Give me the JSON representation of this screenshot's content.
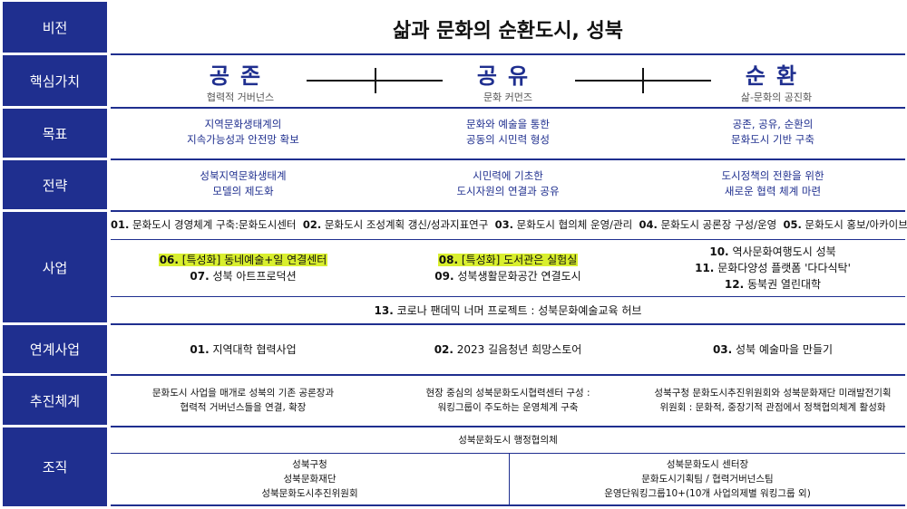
{
  "labels": {
    "vision": "비전",
    "core_values": "핵심가치",
    "goals": "목표",
    "strategy": "전략",
    "projects": "사업",
    "linked": "연계사업",
    "system": "추진체계",
    "organization": "조직"
  },
  "vision": "삶과 문화의 순환도시, 성북",
  "core_values": [
    {
      "title": "공존",
      "subtitle": "협력적 거버넌스"
    },
    {
      "title": "공유",
      "subtitle": "문화 커먼즈"
    },
    {
      "title": "순환",
      "subtitle": "삶-문화의 공진화"
    }
  ],
  "goals": [
    [
      "지역문화생태계의",
      "지속가능성과 안전망 확보"
    ],
    [
      "문화와 예술을 통한",
      "공동의 시민력 형성"
    ],
    [
      "공존, 공유, 순환의",
      "문화도시 기반 구축"
    ]
  ],
  "strategies": [
    [
      "성북지역문화생태계",
      "모델의 제도화"
    ],
    [
      "시민력에 기초한",
      "도시자원의 연결과 공유"
    ],
    [
      "도시정책의 전환을 위한",
      "새로운 협력 체계 마련"
    ]
  ],
  "projects": {
    "row1": [
      {
        "num": "01.",
        "text": "문화도시 경영체계 구축:문화도시센터"
      },
      {
        "num": "02.",
        "text": "문화도시 조성계획 갱신/성과지표연구"
      },
      {
        "num": "03.",
        "text": "문화도시 협의체 운영/관리"
      },
      {
        "num": "04.",
        "text": "문화도시 공론장 구성/운영"
      },
      {
        "num": "05.",
        "text": "문화도시 홍보/아카이브"
      }
    ],
    "col1": [
      {
        "num": "06.",
        "text": "[특성화] 동네예술+일 연결센터",
        "highlight": true
      },
      {
        "num": "07.",
        "text": "성북 아트프로덕션",
        "highlight": false
      }
    ],
    "col2": [
      {
        "num": "08.",
        "text": "[특성화] 도서관은 실험실",
        "highlight": true
      },
      {
        "num": "09.",
        "text": "성북생활문화공간 연결도시",
        "highlight": false
      }
    ],
    "col3": [
      {
        "num": "10.",
        "text": "역사문화여행도시 성북"
      },
      {
        "num": "11.",
        "text": "문화다양성 플랫폼 '다다식탁'"
      },
      {
        "num": "12.",
        "text": "동북권 열린대학"
      }
    ],
    "row3": {
      "num": "13.",
      "text": "코로나 팬데믹 너머 프로젝트 : 성북문화예술교육 허브"
    }
  },
  "linked": [
    {
      "num": "01.",
      "text": "지역대학 협력사업"
    },
    {
      "num": "02.",
      "text": "2023 길음청년 희망스토어"
    },
    {
      "num": "03.",
      "text": "성북 예술마을 만들기"
    }
  ],
  "system": [
    [
      "문화도시 사업을 매개로 성북의 기존 공론장과",
      "협력적 거버넌스들을 연결, 확장"
    ],
    [
      "현장 중심의 성북문화도시협력센터 구성 :",
      "워킹그룹이 주도하는 운영체계 구축"
    ],
    [
      "성북구청 문화도시추진위원회와 성북문화재단 미래발전기획",
      "위원회 : 문화적, 중장기적 관점에서 정책협의체계 활성화"
    ]
  ],
  "organization": {
    "top": "성북문화도시 행정협의체",
    "left": [
      "성북구청",
      "성북문화재단",
      "성북문화도시추진위원회"
    ],
    "right": [
      "성북문화도시 센터장",
      "문화도시기획팀 / 협력거버넌스팀",
      "운영단워킹그룹10+(10개 사업의제별 워킹그룹 외)"
    ]
  }
}
